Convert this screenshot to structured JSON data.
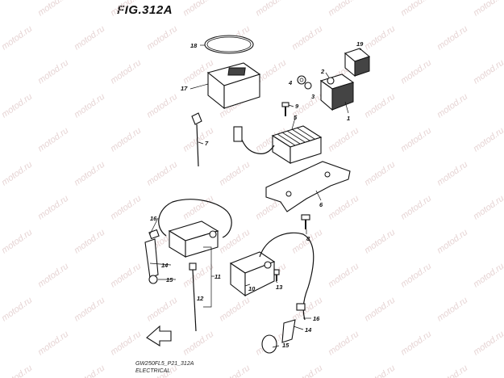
{
  "figure": {
    "title": "FIG.312A"
  },
  "footer": {
    "code": "GW250FL5_P21_312A",
    "section": "ELECTRICAL"
  },
  "watermark": {
    "text": "motod.ru",
    "color": "#e6d4d4"
  },
  "part_labels": [
    {
      "id": "p18",
      "text": "18"
    },
    {
      "id": "p19",
      "text": "19"
    },
    {
      "id": "p17",
      "text": "17"
    },
    {
      "id": "p2",
      "text": "2"
    },
    {
      "id": "p4",
      "text": "4"
    },
    {
      "id": "p3",
      "text": "3"
    },
    {
      "id": "p9",
      "text": "9"
    },
    {
      "id": "p1",
      "text": "1"
    },
    {
      "id": "p5",
      "text": "5"
    },
    {
      "id": "p7",
      "text": "7"
    },
    {
      "id": "p6",
      "text": "6"
    },
    {
      "id": "p8",
      "text": "8"
    },
    {
      "id": "p16a",
      "text": "16"
    },
    {
      "id": "p14a",
      "text": "14"
    },
    {
      "id": "p15a",
      "text": "15"
    },
    {
      "id": "p11",
      "text": "11"
    },
    {
      "id": "p12",
      "text": "12"
    },
    {
      "id": "p10",
      "text": "10"
    },
    {
      "id": "p13",
      "text": "13"
    },
    {
      "id": "p16b",
      "text": "16"
    },
    {
      "id": "p14b",
      "text": "14"
    },
    {
      "id": "p15b",
      "text": "15"
    }
  ]
}
